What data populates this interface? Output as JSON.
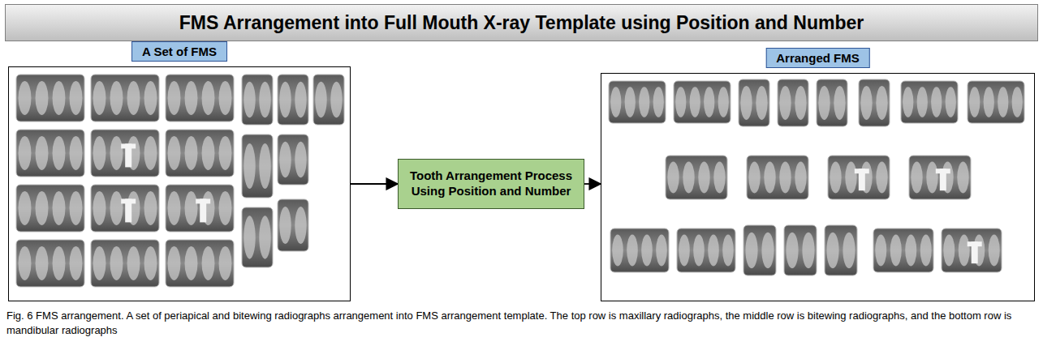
{
  "diagram": {
    "title": "FMS Arrangement into Full Mouth X-ray Template using Position and Number",
    "caption": "Fig. 6 FMS arrangement. A set of periapical and bitewing radiographs arrangement into FMS arrangement template. The top row is maxillary radiographs, the middle row is bitewing radiographs, and the bottom row is mandibular radiographs",
    "nodes": [
      {
        "text": [
          "A Set of FMS"
        ]
      },
      {
        "text": [
          "Tooth Arrangement Process Using Position and Number"
        ]
      },
      {
        "text": [
          "Arranged FMS"
        ]
      }
    ],
    "edges": [
      {
        "from": 0,
        "to": 1,
        "arrow": "to"
      },
      {
        "from": 1,
        "to": 2,
        "arrow": "to"
      }
    ]
  }
}
